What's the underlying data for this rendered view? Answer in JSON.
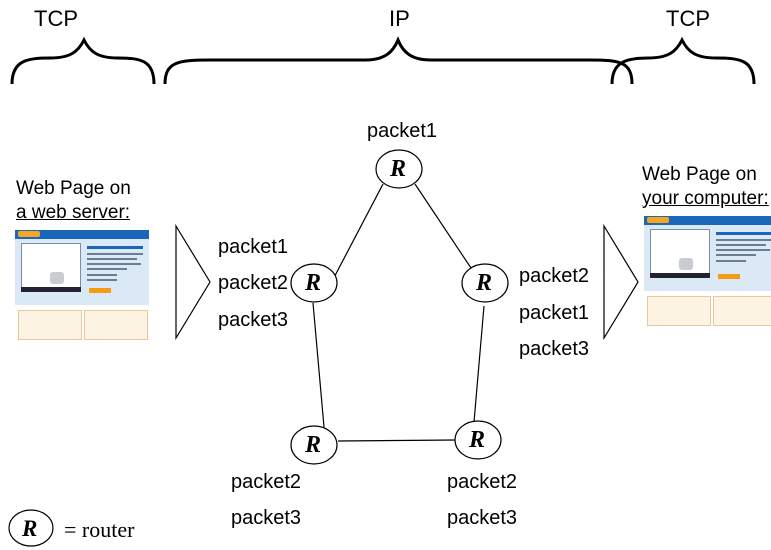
{
  "labels": {
    "tcp_left": "TCP",
    "ip": "IP",
    "tcp_right": "TCP"
  },
  "source": {
    "line1": "Web Page on",
    "line2": "a web server:"
  },
  "destination": {
    "line1": "Web Page on",
    "line2": "your computer:"
  },
  "routers": {
    "symbol": "R",
    "top_label": "packet1",
    "left_stack": [
      "packet1",
      "packet2",
      "packet3"
    ],
    "right_stack": [
      "packet2",
      "packet1",
      "packet3"
    ],
    "bottom_left_stack": [
      "packet2",
      "packet3"
    ],
    "bottom_right_stack": [
      "packet2",
      "packet3"
    ]
  },
  "legend": {
    "symbol": "R",
    "text": "= router"
  },
  "colors": {
    "stroke": "#000000",
    "background": "#ffffff",
    "thumbnail_header": "#1a66b8",
    "thumbnail_accent": "#f6a623"
  }
}
